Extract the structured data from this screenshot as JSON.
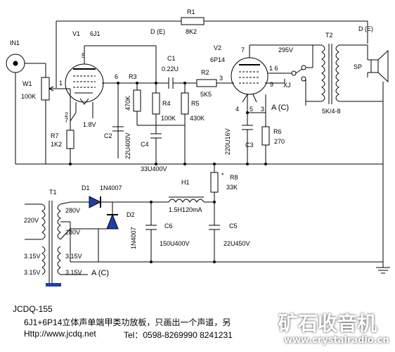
{
  "labels": {
    "in1": "IN1",
    "w1": "W1",
    "w1_val": "100K",
    "r7": "R7",
    "r7_val": "1K2",
    "v1": "V1",
    "v1_type": "6J1",
    "v1_pin5": "5",
    "v1_pin6": "6",
    "v1_pin1": "1",
    "v1_pin2": "2",
    "v1_pin7": "7",
    "v1_fil": "1.8V",
    "r1": "R1",
    "r1_val": "8K2",
    "de_left": "D (E)",
    "de_right": "D (E)",
    "c1": "C1",
    "c1_val": "0.22U",
    "r3": "R3",
    "r3_val": "470K",
    "r4": "R4",
    "r4_val": "100K",
    "c2": "C2",
    "c2_val": "22U400V",
    "c4": "C4",
    "c4_val": "33U400V",
    "r2": "R2",
    "r2_val": "5K5",
    "pin3": "3",
    "r5": "R5",
    "r5_val": "430K",
    "v2": "V2",
    "v2_type": "6P14",
    "v2_pin7": "7",
    "v2_pin16": "1 6",
    "v2_pin9": "9",
    "v2_pin4": "4",
    "v2_pin5": "5",
    "v2_pin3": "3",
    "v295": "295V",
    "xj": "XJ",
    "c3": "C3",
    "c3_val": "220U16V",
    "r6": "R6",
    "r6_val": "270",
    "ac1": "A (C)",
    "t2": "T2",
    "t2_val": "5K/4-8",
    "sp": "SP",
    "r8": "R8",
    "r8_val": "33K",
    "r8_star": "*",
    "h1": "H1",
    "h1_val": "1.5H120mA",
    "d1": "D1",
    "d1_val": "1N4007",
    "d2": "D2",
    "d2_val": "1N4007",
    "c6": "C6",
    "c6_val": "150U400V",
    "c5": "C5",
    "c5_val": "22U450V",
    "t1": "T1",
    "v220": "220V",
    "v280a": "280V",
    "v280b": "280V",
    "v315a": "3.15V",
    "v315b": "3.15V",
    "v315c": "3.15V",
    "v315d": "3.15V",
    "ac2": "A (C)"
  },
  "footer": {
    "model": "JCDQ-155",
    "description": "6J1+6P14立体声单端甲类功放板，只画出一个声道，另",
    "url": "Http://www.jcdq.net",
    "tel": "Tel：0598-8269990  8241231"
  },
  "watermark": {
    "name": "矿石收音机",
    "url": "www.crystalradio.cn"
  },
  "colors": {
    "ink": "#000000",
    "diode_fill": "#1f3fa8",
    "watermark": "#ffffff"
  }
}
